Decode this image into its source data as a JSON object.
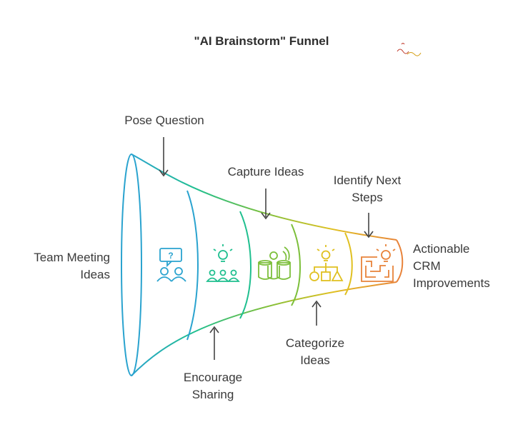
{
  "title": "\"AI Brainstorm\" Funnel",
  "stages": [
    {
      "icon": "question-team-icon",
      "color": "#2aa3cf"
    },
    {
      "icon": "idea-group-icon",
      "color": "#1fbf8f"
    },
    {
      "icon": "collect-ideas-icon",
      "color": "#7cbf3a"
    },
    {
      "icon": "categorize-icon",
      "color": "#e0c020"
    },
    {
      "icon": "maze-idea-icon",
      "color": "#e8833a"
    }
  ],
  "labels": {
    "team_meeting": [
      "Team Meeting",
      "Ideas"
    ],
    "pose_question": [
      "Pose Question"
    ],
    "capture_ideas": [
      "Capture Ideas"
    ],
    "identify_next_steps": [
      "Identify Next",
      "Steps"
    ],
    "actionable": [
      "Actionable",
      "CRM",
      "Improvements"
    ],
    "encourage_sharing": [
      "Encourage",
      "Sharing"
    ],
    "categorize_ideas": [
      "Categorize",
      "Ideas"
    ]
  }
}
